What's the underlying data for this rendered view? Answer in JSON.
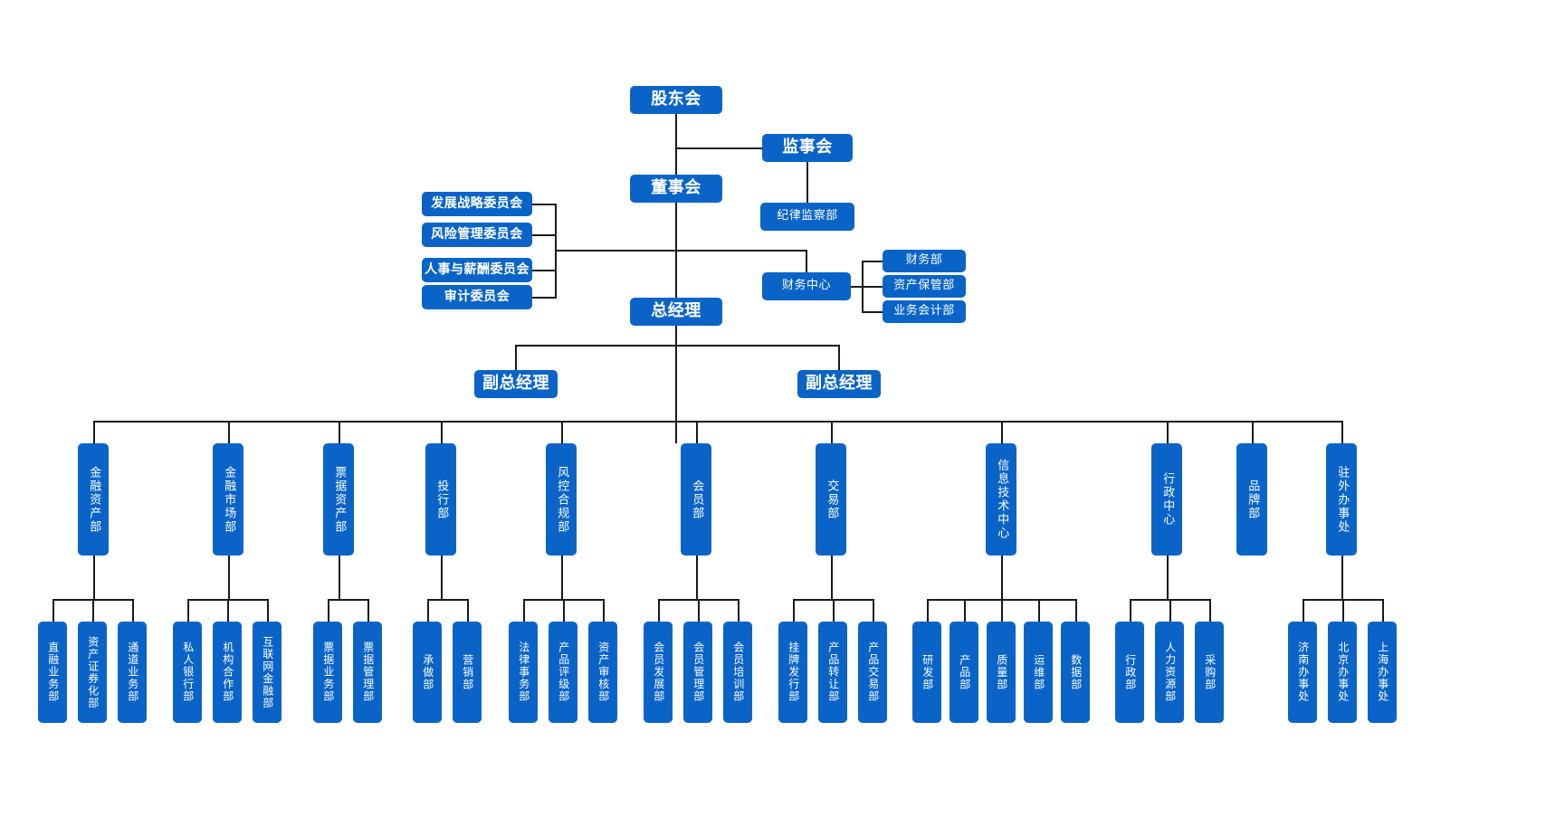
{
  "theme": {
    "node_fill": "#0a64c8",
    "node_text": "#ffffff",
    "line": "#1a1a1a",
    "background": "#ffffff"
  },
  "chart_title": "",
  "org": {
    "top": [
      {
        "id": "shareholders",
        "label": "股东会",
        "style": "big"
      },
      {
        "id": "supervisory",
        "label": "监事会",
        "style": "big"
      },
      {
        "id": "board",
        "label": "董事会",
        "style": "big"
      },
      {
        "id": "discipline",
        "label": "纪律监察部",
        "style": "plain"
      },
      {
        "id": "gm",
        "label": "总经理",
        "style": "big"
      }
    ],
    "committees": [
      {
        "id": "dev-strategy",
        "label": "发展战略委员会"
      },
      {
        "id": "risk-mgmt",
        "label": "风险管理委员会"
      },
      {
        "id": "hr-comp",
        "label": "人事与薪酬委员会"
      },
      {
        "id": "audit",
        "label": "审计委员会"
      }
    ],
    "finance_center": {
      "id": "finance-center",
      "label": "财务中心"
    },
    "finance_children": [
      {
        "id": "finance-dept",
        "label": "财务部"
      },
      {
        "id": "asset-custody",
        "label": "资产保管部"
      },
      {
        "id": "biz-accounting",
        "label": "业务会计部"
      }
    ],
    "deputies": [
      {
        "id": "deputy-gm-1",
        "label": "副总经理"
      },
      {
        "id": "deputy-gm-2",
        "label": "副总经理"
      }
    ],
    "departments": [
      {
        "id": "fin-asset",
        "label": "金融资产部",
        "children": [
          {
            "id": "direct-fin",
            "label": "直融业务部"
          },
          {
            "id": "asset-sec",
            "label": "资产证券化部"
          },
          {
            "id": "channel-biz",
            "label": "通道业务部"
          }
        ]
      },
      {
        "id": "fin-market",
        "label": "金融市场部",
        "children": [
          {
            "id": "private-bank",
            "label": "私人银行部"
          },
          {
            "id": "inst-coop",
            "label": "机构合作部"
          },
          {
            "id": "internet-fin",
            "label": "互联网金融部"
          }
        ]
      },
      {
        "id": "bill-asset",
        "label": "票据资产部",
        "children": [
          {
            "id": "bill-biz",
            "label": "票据业务部"
          },
          {
            "id": "bill-mgmt",
            "label": "票据管理部"
          }
        ]
      },
      {
        "id": "invest-bank",
        "label": "投行部",
        "children": [
          {
            "id": "underwrite",
            "label": "承做部"
          },
          {
            "id": "marketing",
            "label": "营销部"
          }
        ]
      },
      {
        "id": "risk-comp",
        "label": "风控合规部",
        "children": [
          {
            "id": "legal",
            "label": "法律事务部"
          },
          {
            "id": "prod-rating",
            "label": "产品评级部"
          },
          {
            "id": "asset-review",
            "label": "资产审核部"
          }
        ]
      },
      {
        "id": "member-dept",
        "label": "会员部",
        "children": [
          {
            "id": "member-dev",
            "label": "会员发展部"
          },
          {
            "id": "member-mgmt",
            "label": "会员管理部"
          },
          {
            "id": "member-train",
            "label": "会员培训部"
          }
        ]
      },
      {
        "id": "trading",
        "label": "交易部",
        "children": [
          {
            "id": "listing",
            "label": "挂牌发行部"
          },
          {
            "id": "prod-transfer",
            "label": "产品转让部"
          },
          {
            "id": "prod-trade",
            "label": "产品交易部"
          }
        ]
      },
      {
        "id": "it-center",
        "label": "信息技术中心",
        "children": [
          {
            "id": "rnd",
            "label": "研发部"
          },
          {
            "id": "product",
            "label": "产品部"
          },
          {
            "id": "quality",
            "label": "质量部"
          },
          {
            "id": "ops",
            "label": "运维部"
          },
          {
            "id": "data",
            "label": "数据部"
          }
        ]
      },
      {
        "id": "admin-center",
        "label": "行政中心",
        "children": [
          {
            "id": "admin",
            "label": "行政部"
          },
          {
            "id": "hr",
            "label": "人力资源部"
          },
          {
            "id": "procurement",
            "label": "采购部"
          }
        ]
      },
      {
        "id": "brand",
        "label": "品牌部",
        "children": []
      },
      {
        "id": "field-office",
        "label": "驻外办事处",
        "children": [
          {
            "id": "jinan",
            "label": "济南办事处"
          },
          {
            "id": "beijing",
            "label": "北京办事处"
          },
          {
            "id": "shanghai",
            "label": "上海办事处"
          }
        ]
      }
    ]
  }
}
